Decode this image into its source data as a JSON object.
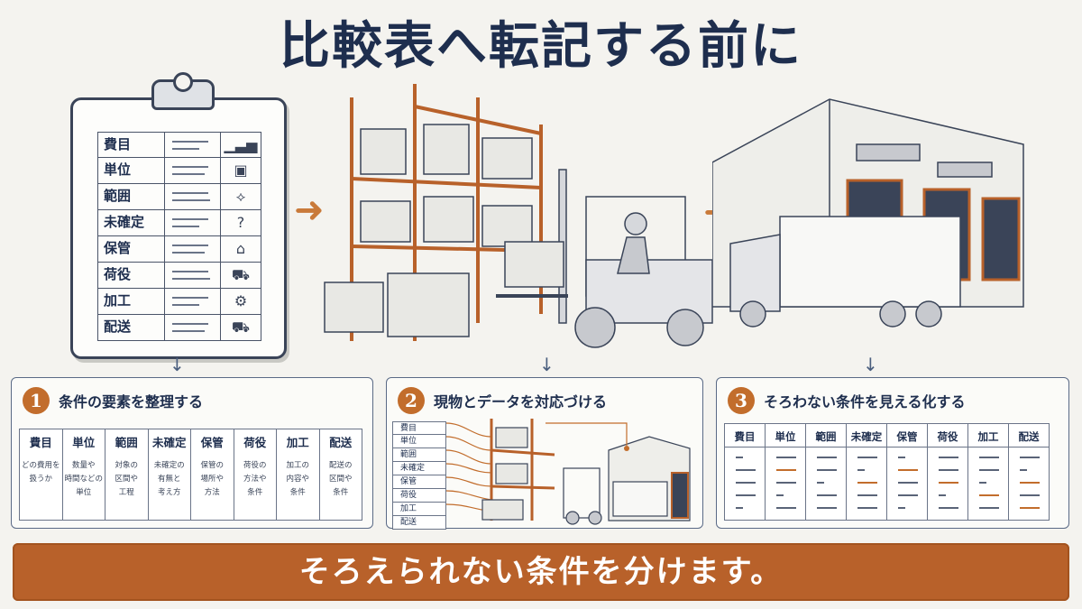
{
  "title": "比較表へ転記する前に",
  "clipboard": {
    "rows": [
      {
        "label": "費目",
        "icon": "bar-chart-icon",
        "glyph": "▁▃▅"
      },
      {
        "label": "単位",
        "icon": "box-icon",
        "glyph": "▣"
      },
      {
        "label": "範囲",
        "icon": "nodes-icon",
        "glyph": "⟡"
      },
      {
        "label": "未確定",
        "icon": "question-icon",
        "glyph": "?"
      },
      {
        "label": "保管",
        "icon": "warehouse-icon",
        "glyph": "⌂"
      },
      {
        "label": "荷役",
        "icon": "forklift-icon",
        "glyph": "⛟"
      },
      {
        "label": "加工",
        "icon": "gear-icon",
        "glyph": "⚙"
      },
      {
        "label": "配送",
        "icon": "truck-icon",
        "glyph": "⛟"
      }
    ]
  },
  "panels": {
    "p1": {
      "num": "1",
      "title": "条件の要素を整理する",
      "cols": [
        {
          "h": "費目",
          "d": "どの費用を\n扱うか"
        },
        {
          "h": "単位",
          "d": "数量や\n時間などの\n単位"
        },
        {
          "h": "範囲",
          "d": "対象の\n区間や\n工程"
        },
        {
          "h": "未確定",
          "d": "未確定の\n有無と\n考え方"
        },
        {
          "h": "保管",
          "d": "保管の\n場所や\n方法"
        },
        {
          "h": "荷役",
          "d": "荷役の\n方法や\n条件"
        },
        {
          "h": "加工",
          "d": "加工の\n内容や\n条件"
        },
        {
          "h": "配送",
          "d": "配送の\n区間や\n条件"
        }
      ]
    },
    "p2": {
      "num": "2",
      "title": "現物とデータを対応づける",
      "items": [
        "費目",
        "単位",
        "範囲",
        "未確定",
        "保管",
        "荷役",
        "加工",
        "配送"
      ]
    },
    "p3": {
      "num": "3",
      "title": "そろわない条件を見える化する",
      "cols": [
        "費目",
        "単位",
        "範囲",
        "未確定",
        "保管",
        "荷役",
        "加工",
        "配送"
      ]
    }
  },
  "banner": "そろえられない条件を分けます。",
  "colors": {
    "accent": "#b8612a",
    "navy": "#1e2e4e"
  }
}
